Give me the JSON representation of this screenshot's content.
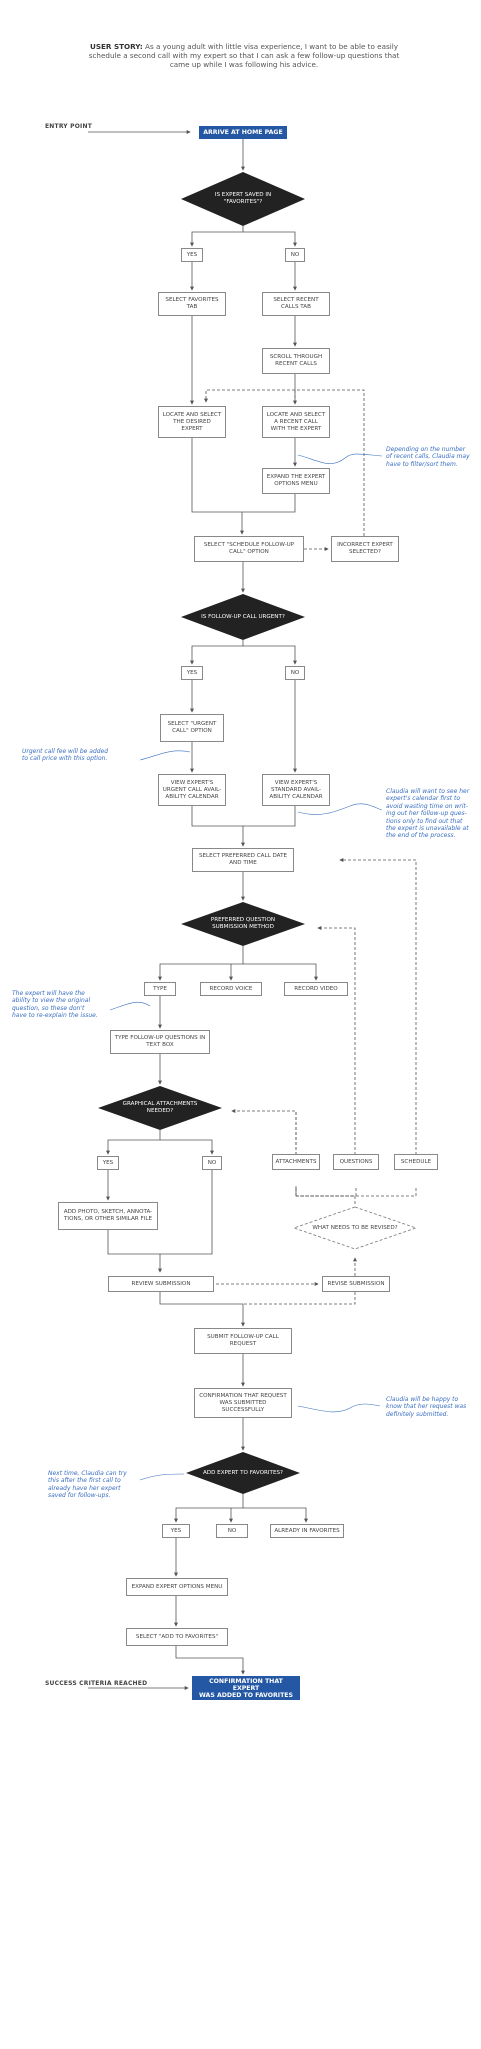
{
  "story": {
    "label": "USER STORY:",
    "text": "As a young adult with little visa experience, I want to be able to easily schedule a second call with my expert so that I can ask a few follow-up questions that came up while I was following his advice."
  },
  "labels": {
    "entry": "ENTRY POINT",
    "success": "SUCCESS CRITERIA REACHED"
  },
  "nodes": {
    "arrive": "ARRIVE AT HOME PAGE",
    "saved_q": "IS EXPERT SAVED IN\n\"FAVORITES\"?",
    "yes1": "YES",
    "no1": "NO",
    "fav_tab": "SELECT FAVORITES\nTAB",
    "recent_tab": "SELECT RECENT\nCALLS TAB",
    "scroll": "SCROLL THROUGH\nRECENT CALLS",
    "locate_desired": "LOCATE AND SELECT\nTHE DESIRED\nEXPERT",
    "locate_recent": "LOCATE AND SELECT\nA RECENT CALL\nWITH THE EXPERT",
    "expand_opts": "EXPAND THE EXPERT\nOPTIONS MENU",
    "schedule_opt": "SELECT \"SCHEDULE FOLLOW-UP\nCALL\" OPTION",
    "incorrect": "INCORRECT EXPERT\nSELECTED?",
    "urgent_q": "IS FOLLOW-UP CALL URGENT?",
    "yes2": "YES",
    "no2": "NO",
    "urgent_opt": "SELECT \"URGENT\nCALL\" OPTION",
    "urgent_cal": "VIEW EXPERT'S\nURGENT CALL AVAIL-\nABILITY CALENDAR",
    "std_cal": "VIEW EXPERT'S\nSTANDARD AVAIL-\nABILITY CALENDAR",
    "pref_date": "SELECT PREFERRED CALL DATE\nAND TIME",
    "method_q": "PREFERRED QUESTION\nSUBMISSION METHOD",
    "type": "TYPE",
    "voice": "RECORD VOICE",
    "video": "RECORD VIDEO",
    "type_q": "TYPE FOLLOW-UP QUESTIONS IN\nTEXT BOX",
    "graph_q": "GRAPHICAL ATTACHMENTS\nNEEDED?",
    "yes3": "YES",
    "no3": "NO",
    "add_photo": "ADD PHOTO, SKETCH, ANNOTA-\nTIONS, OR OTHER SIMILAR FILE",
    "attachments": "ATTACHMENTS",
    "questions": "QUESTIONS",
    "schedule": "SCHEDULE",
    "revise_q": "WHAT NEEDS TO BE REVISED?",
    "review": "REVIEW SUBMISSION",
    "revise": "REVISE SUBMISSION",
    "submit": "SUBMIT FOLLOW-UP CALL\nREQUEST",
    "confirm_req": "CONFIRMATION THAT REQUEST\nWAS SUBMITTED SUCCESSFULLY",
    "fav_q": "ADD EXPERT TO FAVORITES?",
    "yes4": "YES",
    "no4": "NO",
    "already": "ALREADY IN FAVORITES",
    "expand_menu": "EXPAND EXPERT OPTIONS MENU",
    "add_fav": "SELECT \"ADD TO FAVORITES\"",
    "confirm_fav": "CONFIRMATION THAT EXPERT\nWAS ADDED TO FAVORITES"
  },
  "notes": {
    "recent": "Depending on the number\nof recent calls, Claudia may\nhave to filter/sort them.",
    "fee": "Urgent call fee will be added\nto call price with this option.",
    "calendar": "Claudia will want to see her\nexpert's calendar first to\navoid wasting time on writ-\ning out her follow-up ques-\ntions only to find out that\nthe expert is unavailable at\nthe end of the process.",
    "video": "The expert will have the\nability to view the original\nquestion, so these don't\nhave to re-explain the issue.",
    "happy": "Claudia will be happy to\nknow that her request was\ndefinitely submitted.",
    "next": "Next time, Claudia can try\nthis after the first call to\nalready have her expert\nsaved for follow-ups."
  },
  "colors": {
    "accent": "#2457a4",
    "dark": "#222222",
    "note": "#3a6fc0",
    "line": "#555555"
  }
}
